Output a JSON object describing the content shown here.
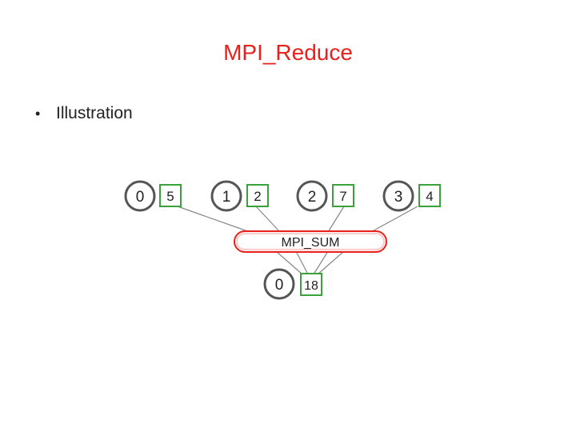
{
  "slide": {
    "title": "MPI_Reduce",
    "bullet": "Illustration"
  },
  "diagram": {
    "processes": [
      {
        "rank": "0",
        "value": "5"
      },
      {
        "rank": "1",
        "value": "2"
      },
      {
        "rank": "2",
        "value": "7"
      },
      {
        "rank": "3",
        "value": "4"
      }
    ],
    "operation": "MPI_SUM",
    "result": {
      "rank": "0",
      "value": "18"
    }
  },
  "colors": {
    "title": "#e8211d",
    "circle_stroke": "#555555",
    "box_stroke": "#3aa23a",
    "op_stroke": "#e8211d",
    "edge": "#888888"
  }
}
